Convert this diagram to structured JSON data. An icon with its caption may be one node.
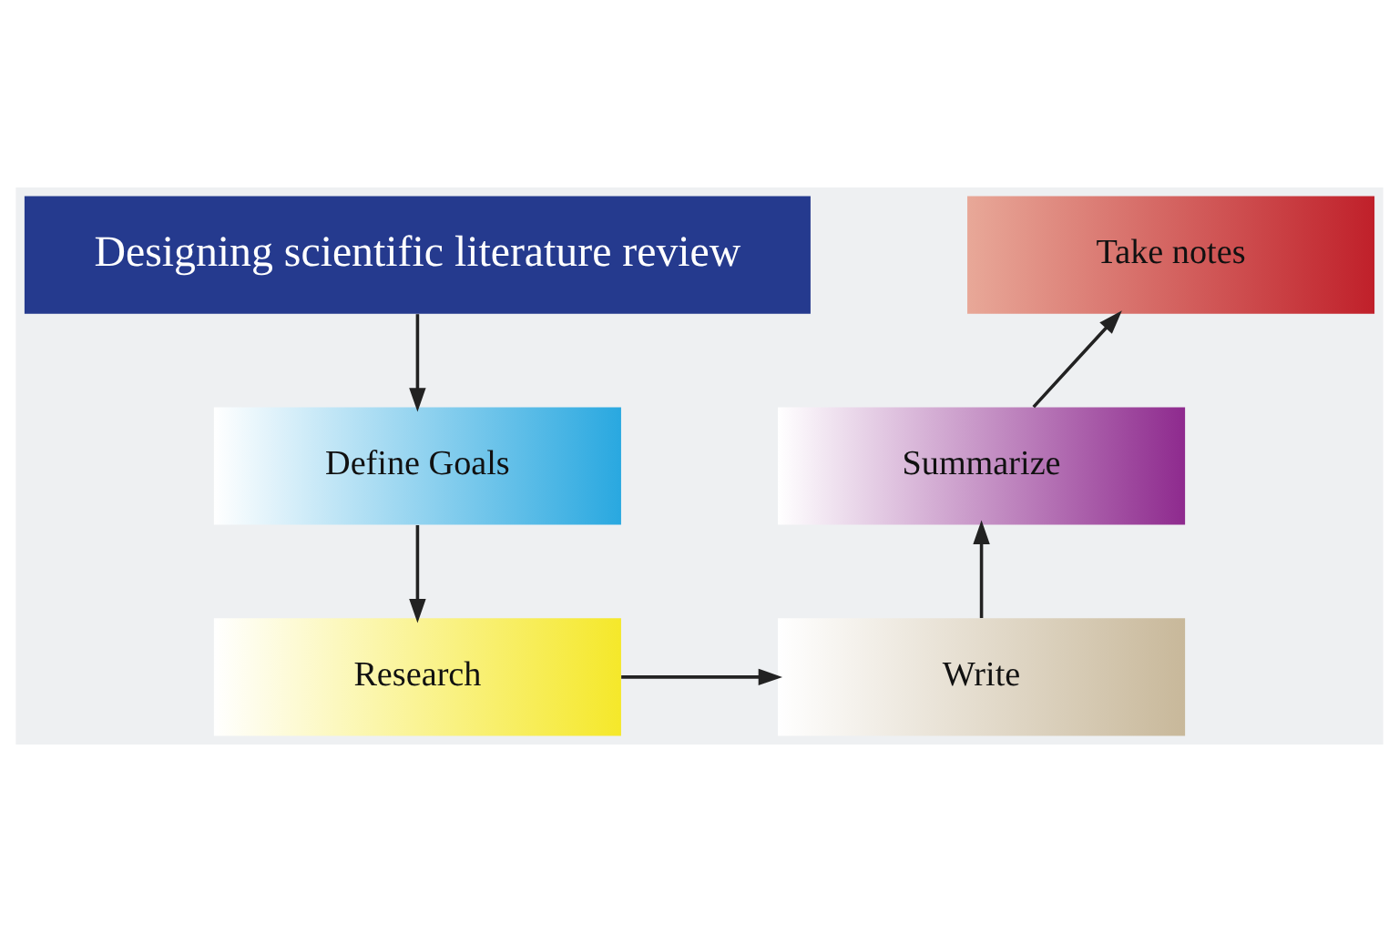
{
  "diagram": {
    "nodes": [
      {
        "text": [
          "Designing scientific literature review"
        ]
      },
      {
        "text": [
          "Define Goals"
        ]
      },
      {
        "text": [
          "Research"
        ]
      },
      {
        "text": [
          "Write"
        ]
      },
      {
        "text": [
          "Summarize"
        ]
      },
      {
        "text": [
          "Take notes"
        ]
      }
    ],
    "edges": [
      {
        "from": 0,
        "to": 1,
        "arrow": "to"
      },
      {
        "from": 1,
        "to": 2,
        "arrow": "to"
      },
      {
        "from": 2,
        "to": 3,
        "arrow": "to"
      },
      {
        "from": 3,
        "to": 4,
        "arrow": "to"
      },
      {
        "from": 4,
        "to": 5,
        "arrow": "to"
      }
    ]
  }
}
